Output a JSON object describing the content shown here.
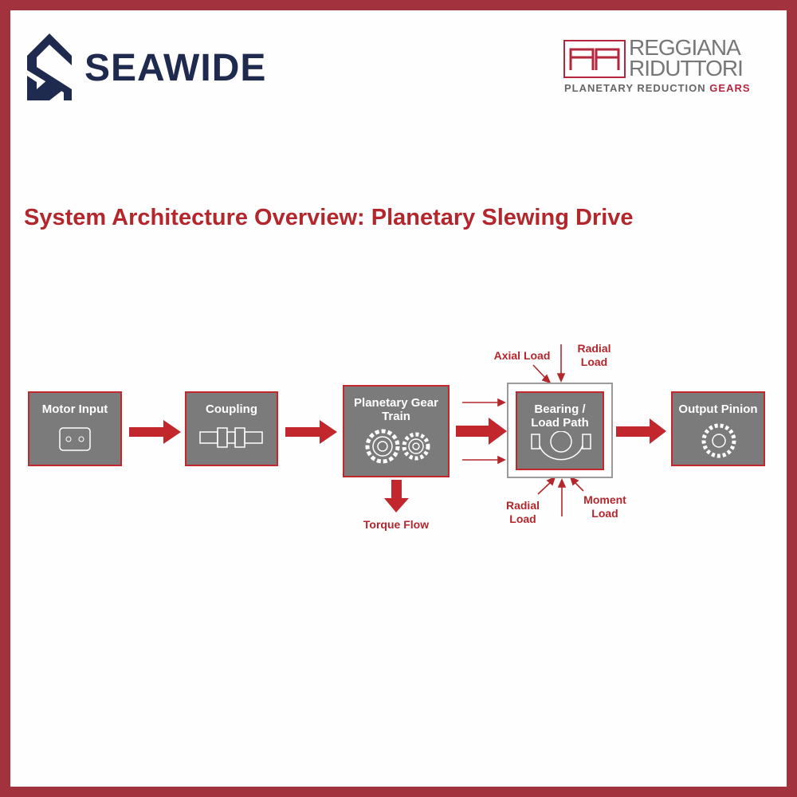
{
  "logos": {
    "left": {
      "name": "SEAWIDE"
    },
    "right": {
      "line1": "REGGIANA",
      "line2": "RIDUTTORI",
      "tagline_a": "PLANETARY REDUCTION",
      "tagline_b": "GEARS"
    }
  },
  "title": "System Architecture Overview: Planetary Slewing Drive",
  "blocks": {
    "motor": "Motor Input",
    "coupling": "Coupling",
    "planetary": "Planetary Gear Train",
    "bearing": "Bearing / Load Path",
    "output": "Output Pinion"
  },
  "labels": {
    "torque_flow": "Torque Flow",
    "axial_load": "Axial Load",
    "radial_load_top": "Radial Load",
    "radial_load_bottom": "Radial Load",
    "moment_load": "Moment Load"
  },
  "colors": {
    "accent": "#c1272d",
    "navy": "#1f2a4f",
    "box": "#7b7b7b",
    "frame": "#a3323f"
  }
}
